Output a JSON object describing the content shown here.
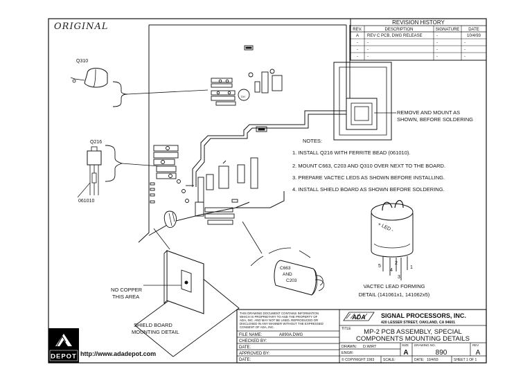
{
  "stamp": "ORIGINAL",
  "revision": {
    "title": "REVISION HISTORY",
    "headers": [
      "REV.",
      "DESCRIPTION",
      "SIGNATURE",
      "DATE"
    ],
    "rows": [
      [
        "A",
        "REV C PCB, DWG RELEASE",
        "-",
        "10/4/93"
      ],
      [
        "-",
        "-",
        "-",
        "-"
      ],
      [
        "-",
        "-",
        "-",
        "-"
      ],
      [
        "-",
        "-",
        "-",
        "-"
      ]
    ]
  },
  "parts": {
    "q310": "Q310",
    "q216": "Q216",
    "bead": "061010",
    "cap1": "C663",
    "cap_and": "AND",
    "cap2": "C203",
    "led_mark": "+ LED -"
  },
  "callouts": {
    "remove_1": "REMOVE AND MOUNT AS",
    "remove_2": "SHOWN, BEFORE SOLDERING",
    "no_copper_1": "NO COPPER",
    "no_copper_2": "THIS AREA",
    "shield_1": "SHIELD BOARD",
    "shield_2": "MOUNTING DETAIL",
    "vactec_1": "VACTEC LEAD FORMING",
    "vactec_2": "DETAIL (141061x1, 141062x5)"
  },
  "pins": [
    "5",
    "4",
    "2",
    "3",
    "1"
  ],
  "notes": {
    "heading": "NOTES:",
    "items": [
      "1. INSTALL Q216 WITH FERRITE BEAD (061010).",
      "2. MOUNT C663, C203 AND Q310 OVER NEXT TO THE BOARD.",
      "3. PREPARE VACTEC LEDS AS SHOWN BEFORE INSTALLING.",
      "4. INSTALL SHIELD BOARD AS SHOWN BEFORE SOLDERING."
    ]
  },
  "titleblock": {
    "disclaimer": [
      "THIS DRAWING DOCUMENT CONTAINS INFORMATION",
      "WHICH IS PROPRIETARY TO AND THE PROPERTY OF",
      "ADA, INC. AND MAY NOT BE USED, REPRODUCED OR",
      "DISCLOSED IN ANY MANNER WITHOUT THE EXPRESSED",
      "CONSENT OF ADA, INC."
    ],
    "file_label": "FILE NAME:",
    "file_value": "A890A.DWG",
    "checked_label": "CHECKED BY:",
    "date_label_1": "DATE:",
    "approved_label": "APPROVED BY:",
    "date_label_2": "DATE:",
    "logo": "ADA",
    "company": "SIGNAL PROCESSORS, INC.",
    "address": "420 LESSER STREET, OAKLAND, CA 94601",
    "title_label": "TITLE",
    "title_1": "MP-2 PCB ASSEMBLY, SPECIAL",
    "title_2": "COMPONENTS MOUNTING DETAILS",
    "drawn_label": "DRAWN:",
    "drawn_value": "D.WIRT",
    "engr_label": "ENGR:",
    "size_label": "SIZE",
    "size_value": "A",
    "dwgno_label": "DRAWING NO.",
    "dwgno_value": "890",
    "rev_label": "REV",
    "rev_value": "A",
    "copyright": "© COPYRIGHT 1993",
    "scale_label": "SCALE:",
    "date_label_3": "DATE:",
    "date_value": "10/4/93",
    "sheet": "SHEET 1 OF 1"
  },
  "watermark": {
    "logo_text": "DEPOT",
    "url": "http://www.adadepot.com"
  }
}
